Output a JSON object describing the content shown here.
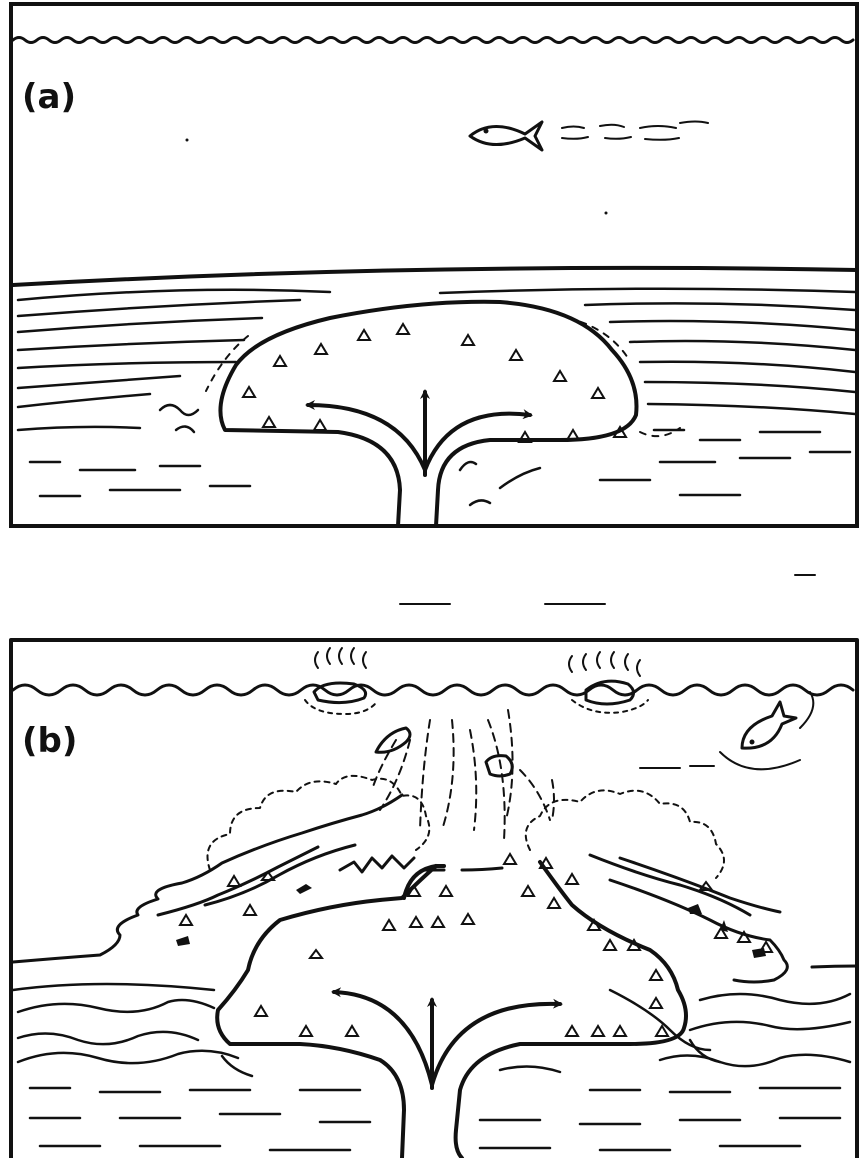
{
  "figure": {
    "panels": [
      {
        "id": "a",
        "label": "(a)"
      },
      {
        "id": "b",
        "label": "(b)"
      }
    ],
    "colors": {
      "ink": "#111111",
      "paper": "#ffffff"
    },
    "icons": [
      "fish-icon",
      "flow-arrow-icon",
      "clast-triangle-icon",
      "pumice-raft-icon"
    ]
  }
}
